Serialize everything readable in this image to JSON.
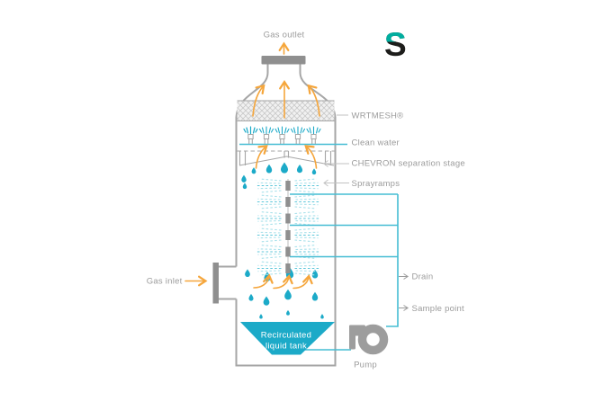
{
  "logo": {
    "letter": "S"
  },
  "labels": {
    "gas_outlet": "Gas outlet",
    "wrtmesh": "WRTMESH®",
    "clean_water": "Clean water",
    "chevron_stage": "CHEVRON separation stage",
    "sprayramps": "Sprayramps",
    "gas_inlet": "Gas inlet",
    "drain": "Drain",
    "sample_point": "Sample point",
    "pump": "Pump",
    "tank_line1": "Recirculated",
    "tank_line2": "liquid tank"
  },
  "colors": {
    "teal": "#1caac8",
    "teal_pipe": "#45bdd3",
    "teal_mist": "#5cc6da",
    "teal_mist_light": "#a9e1eb",
    "orange": "#f5a63c",
    "outline_gray": "#a6a6a6",
    "part_gray": "#8f8f8f",
    "pump_gray": "#9d9d9d",
    "label_gray": "#9b9b9b",
    "leader_gray": "#c2c2c2",
    "hatch_bg": "#f1f1f1",
    "hatch_line": "#c9c9c9",
    "logo_black": "#1d1d1b",
    "logo_teal": "#00ae9f"
  }
}
